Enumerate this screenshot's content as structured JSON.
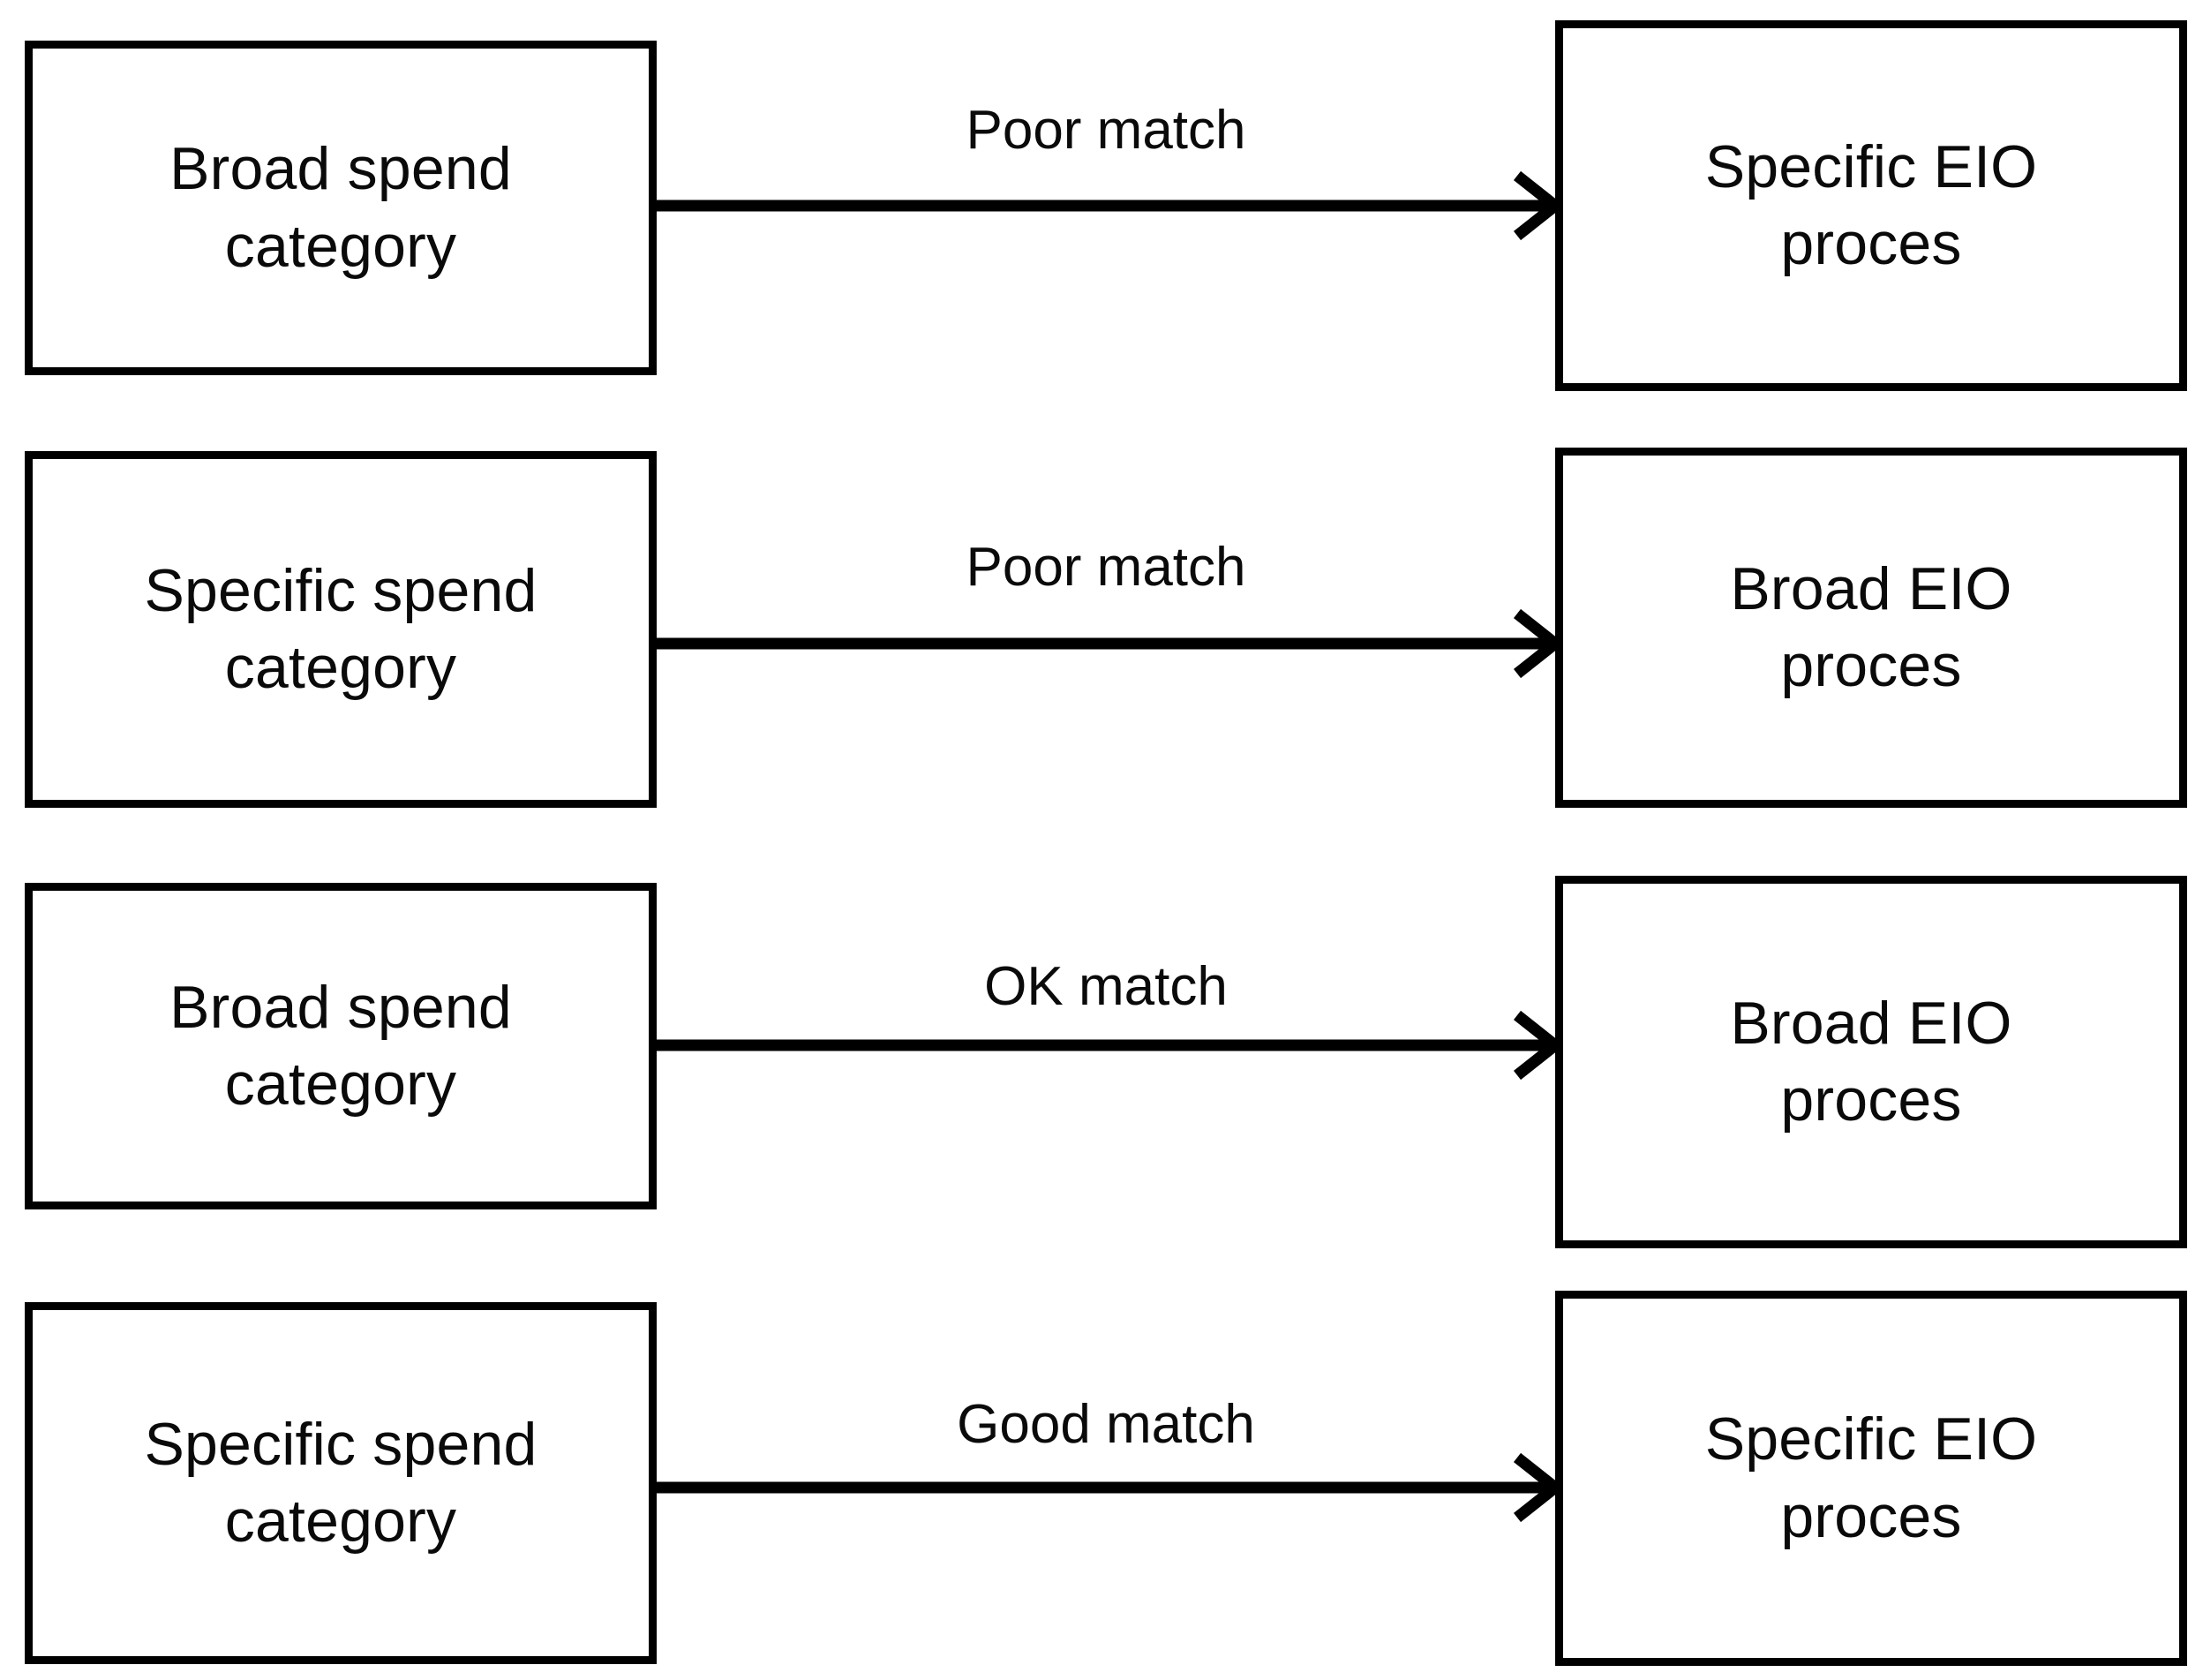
{
  "diagram": {
    "type": "flow-mapping",
    "orientation": "left-to-right",
    "background_color": "#ffffff",
    "line_color": "#000000",
    "text_color": "#0a0a0a",
    "rows": [
      {
        "source": "Broad spend\ncategory",
        "label": "Poor match",
        "target": "Specific EIO\nproces"
      },
      {
        "source": "Specific spend\ncategory",
        "label": "Poor match",
        "target": "Broad EIO\nproces"
      },
      {
        "source": "Broad spend\ncategory",
        "label": "OK match",
        "target": "Broad EIO\nproces"
      },
      {
        "source": "Specific spend\ncategory",
        "label": "Good match",
        "target": "Specific EIO\nproces"
      }
    ]
  }
}
